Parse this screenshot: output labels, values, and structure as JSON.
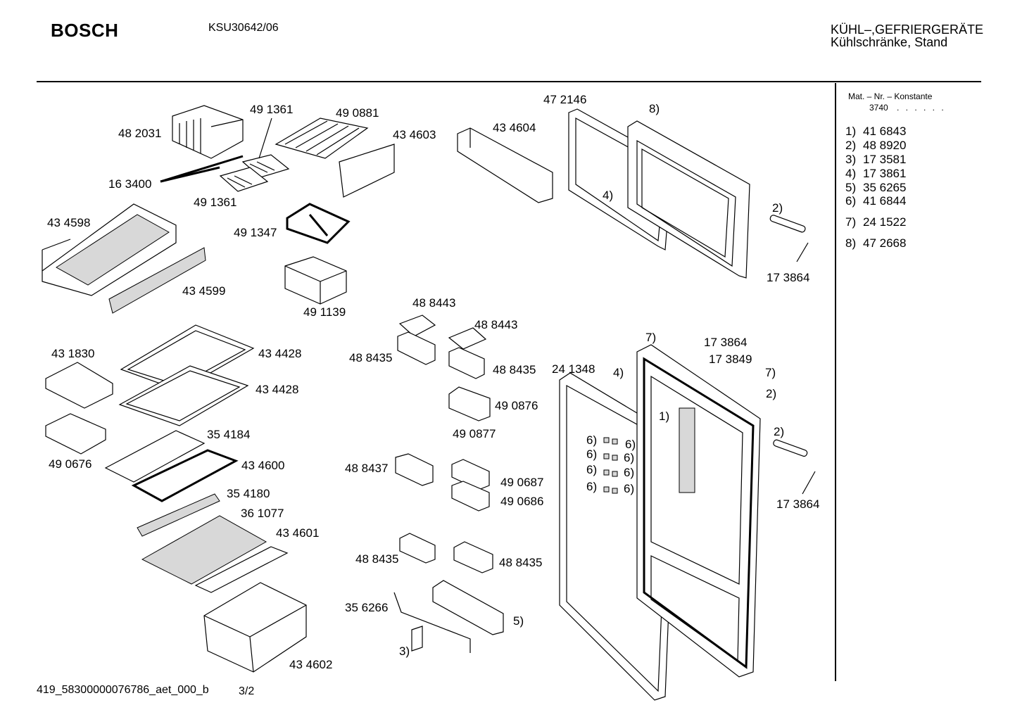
{
  "header": {
    "brand": "BOSCH",
    "model": "KSU30642/06",
    "category_line1": "KÜHL–,GEFRIERGERÄTE",
    "category_line2": "Kühlschränke, Stand"
  },
  "constants": {
    "title": "Mat. – Nr. – Konstante",
    "value": "3740",
    "dots": ". . . . . .",
    "items": [
      {
        "key": "1)",
        "value": "41 6843"
      },
      {
        "key": "2)",
        "value": "48 8920"
      },
      {
        "key": "3)",
        "value": "17 3581"
      },
      {
        "key": "4)",
        "value": "17 3861"
      },
      {
        "key": "5)",
        "value": "35 6265"
      },
      {
        "key": "6)",
        "value": "41 6844"
      },
      {
        "key": "7)",
        "value": "24 1522"
      },
      {
        "key": "8)",
        "value": "47 2668"
      }
    ]
  },
  "labels": [
    "48 2031",
    "49 1361",
    "49 0881",
    "43 4603",
    "43 4604",
    "47 2146",
    "8)",
    "16 3400",
    "49 1361",
    "4)",
    "2)",
    "43 4598",
    "49 1347",
    "17 3864",
    "43 4599",
    "49 1139",
    "48 8443",
    "48 8443",
    "7)",
    "17 3864",
    "17 3849",
    "43 1830",
    "43 4428",
    "48 8435",
    "48 8435",
    "24 1348",
    "4)",
    "7)",
    "2)",
    "43 4428",
    "49 0876",
    "1)",
    "35 4184",
    "49 0877",
    "2)",
    "49 0676",
    "43 4600",
    "6)",
    "6)",
    "6)",
    "6)",
    "6)",
    "6)",
    "6)",
    "6)",
    "48 8437",
    "49 0687",
    "35 4180",
    "49 0686",
    "17 3864",
    "36 1077",
    "43 4601",
    "48 8435",
    "48 8435",
    "35 6266",
    "5)",
    "3)",
    "43 4602"
  ],
  "footer": {
    "code": "419_58300000076786_aet_000_b",
    "page": "3/2"
  }
}
